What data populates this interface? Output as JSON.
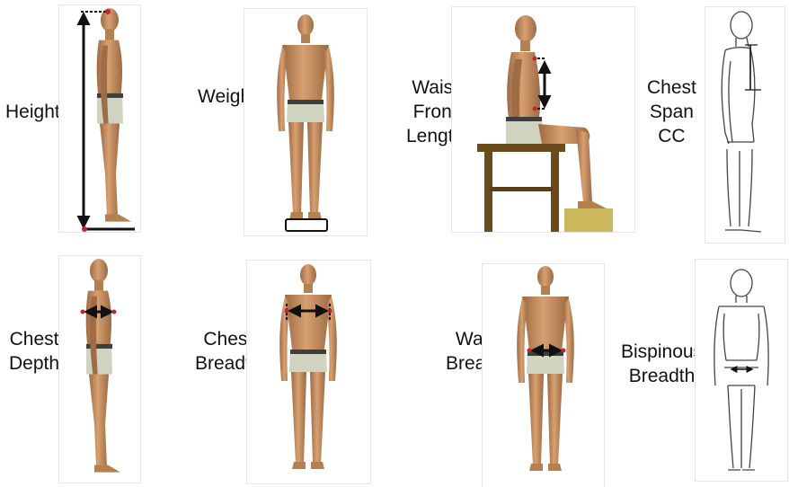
{
  "measurements": [
    {
      "id": "height",
      "lines": [
        "Height"
      ],
      "view": "side-standing"
    },
    {
      "id": "weight",
      "lines": [
        "Weight"
      ],
      "view": "front-on-scale"
    },
    {
      "id": "waist-front-length",
      "lines": [
        "Waist",
        "Front",
        "Length"
      ],
      "view": "seated-side"
    },
    {
      "id": "chest-span-cc",
      "lines": [
        "Chest",
        "Span",
        "CC"
      ],
      "view": "line-drawing-side"
    },
    {
      "id": "chest-depth",
      "lines": [
        "Chest",
        "Depth"
      ],
      "view": "side-standing"
    },
    {
      "id": "chest-breadth",
      "lines": [
        "Chest",
        "Breadth"
      ],
      "view": "front"
    },
    {
      "id": "waist-breadth",
      "lines": [
        "Waist",
        "Breadth"
      ],
      "view": "front"
    },
    {
      "id": "bispinous-breadth",
      "lines": [
        "Bispinous",
        "Breadth"
      ],
      "view": "line-drawing-front"
    }
  ],
  "colors": {
    "skin": "#c99163",
    "skin_shadow": "#9c6a44",
    "shorts": "#cfd3c0",
    "belt": "#3e3e3e",
    "arrow": "#111111",
    "landmark": "#c0272d",
    "stool": "#6b4a1c",
    "step": "#cbb85c",
    "sketch": "#444444"
  }
}
